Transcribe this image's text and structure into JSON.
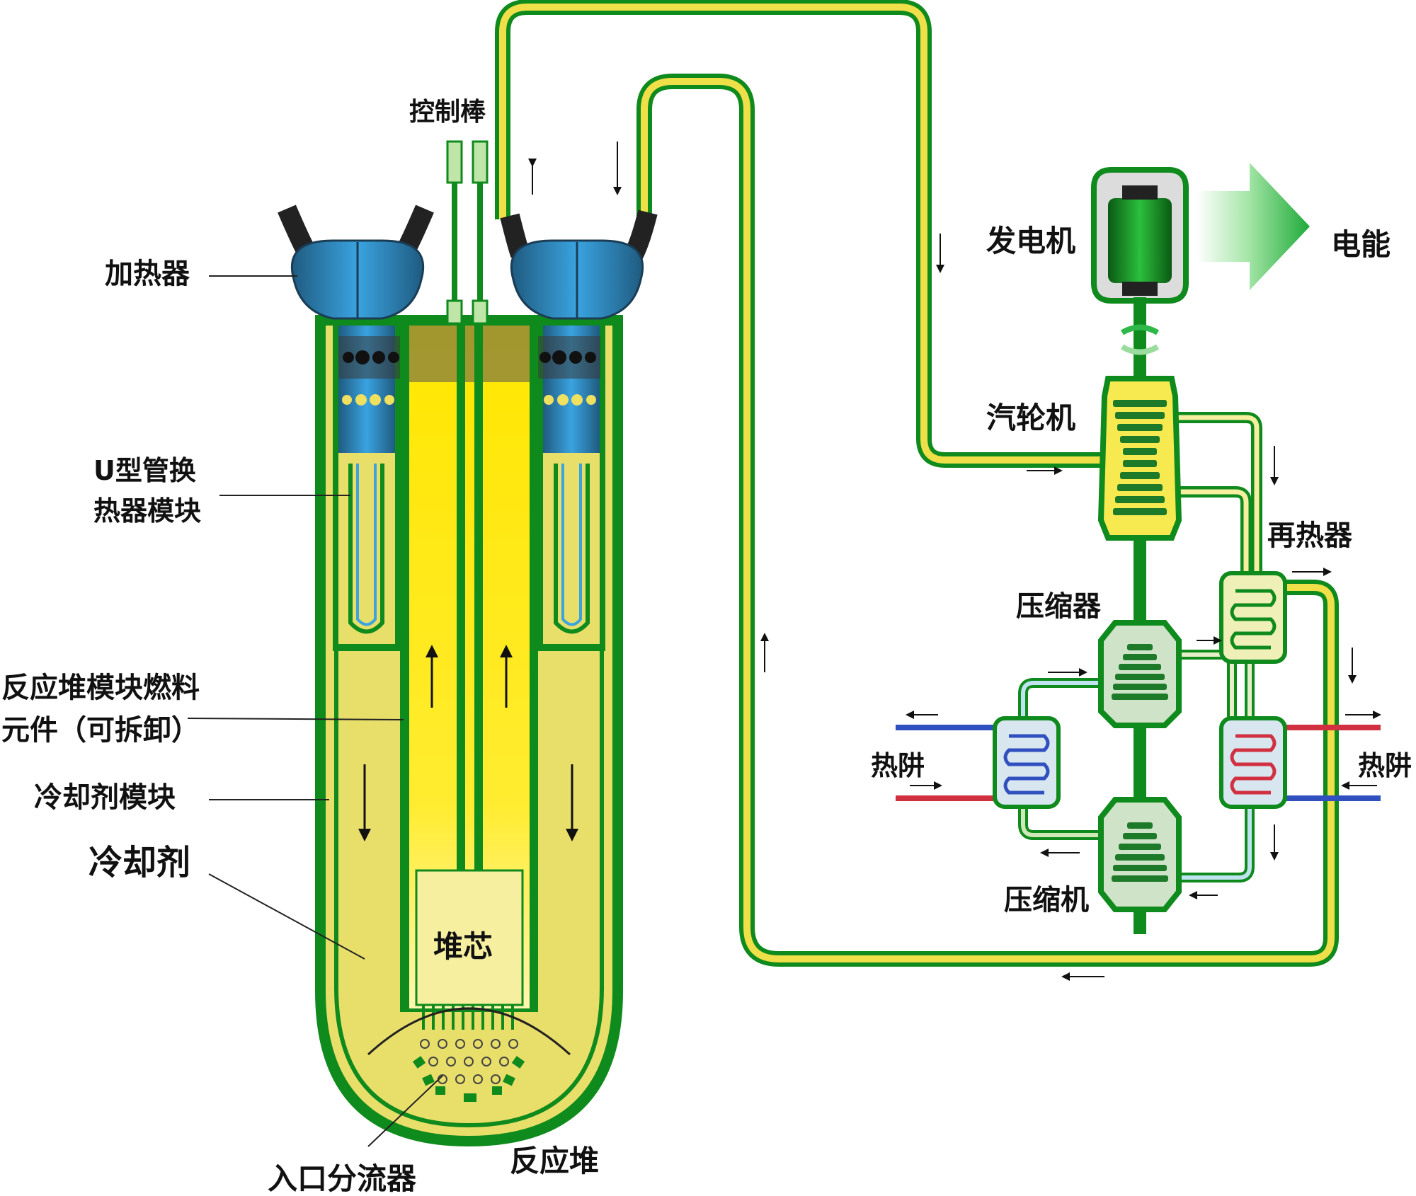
{
  "labels": {
    "control_rod": "控制棒",
    "heater": "加热器",
    "u_tube_line1": "U型管换",
    "u_tube_line2": "热器模块",
    "fuel_line1": "反应堆模块燃料",
    "fuel_line2": "元件（可拆卸）",
    "coolant_module": "冷却剂模块",
    "coolant": "冷却剂",
    "core": "堆芯",
    "inlet_splitter": "入口分流器",
    "reactor": "反应堆",
    "generator": "发电机",
    "electricity": "电能",
    "turbine": "汽轮机",
    "reheater": "再热器",
    "compressor_upper": "压缩器",
    "compressor_lower": "压缩机",
    "heat_sink_left": "热阱",
    "heat_sink_right": "热阱"
  },
  "colors": {
    "green_dark": "#0f8a1c",
    "green_pipe": "#1a9a2a",
    "yellow_core": "#ffe600",
    "yellow_light": "#e8df6b",
    "yellow_pale": "#f6efa0",
    "blue_heater": "#2e8fd0",
    "hot_red": "#d03040",
    "cold_blue": "#3050c0",
    "arrow_green": "#2fb84a"
  }
}
